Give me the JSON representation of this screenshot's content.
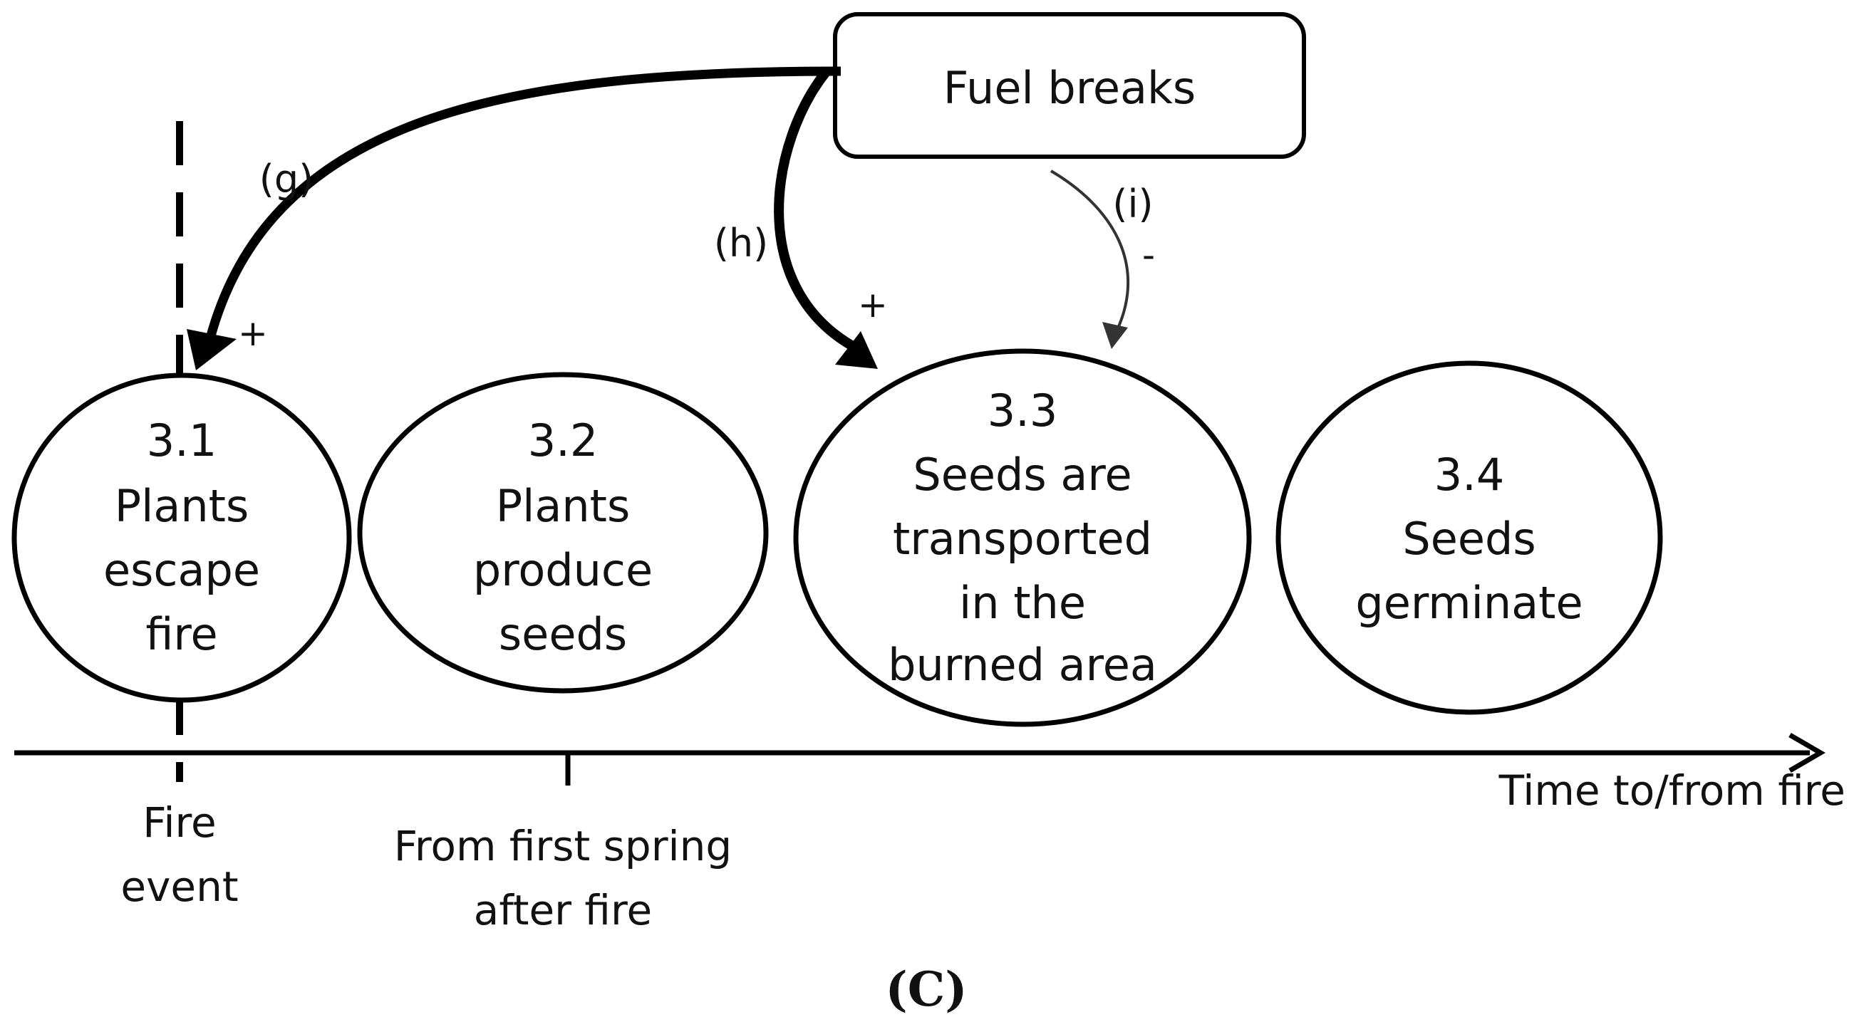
{
  "diagram": {
    "source_node": {
      "label": "Fuel breaks"
    },
    "stages": [
      {
        "id": "3.1",
        "lines": [
          "3.1",
          "Plants",
          "escape",
          "fire"
        ]
      },
      {
        "id": "3.2",
        "lines": [
          "3.2",
          "Plants",
          "produce",
          "seeds"
        ]
      },
      {
        "id": "3.3",
        "lines": [
          "3.3",
          "Seeds are",
          "transported",
          "in the",
          "burned area"
        ]
      },
      {
        "id": "3.4",
        "lines": [
          "3.4",
          "Seeds",
          "germinate"
        ]
      }
    ],
    "effects": [
      {
        "id": "g",
        "label": "(g)",
        "sign": "+",
        "target": "3.1"
      },
      {
        "id": "h",
        "label": "(h)",
        "sign": "+",
        "target": "3.3"
      },
      {
        "id": "i",
        "label": "(i)",
        "sign": "-",
        "target": "3.3"
      }
    ],
    "axis": {
      "label": "Time to/from fire",
      "ticks": [
        {
          "lines": [
            "Fire",
            "event"
          ]
        },
        {
          "lines": [
            "From first spring",
            "after fire"
          ]
        }
      ]
    },
    "panel_label": "(C)"
  }
}
